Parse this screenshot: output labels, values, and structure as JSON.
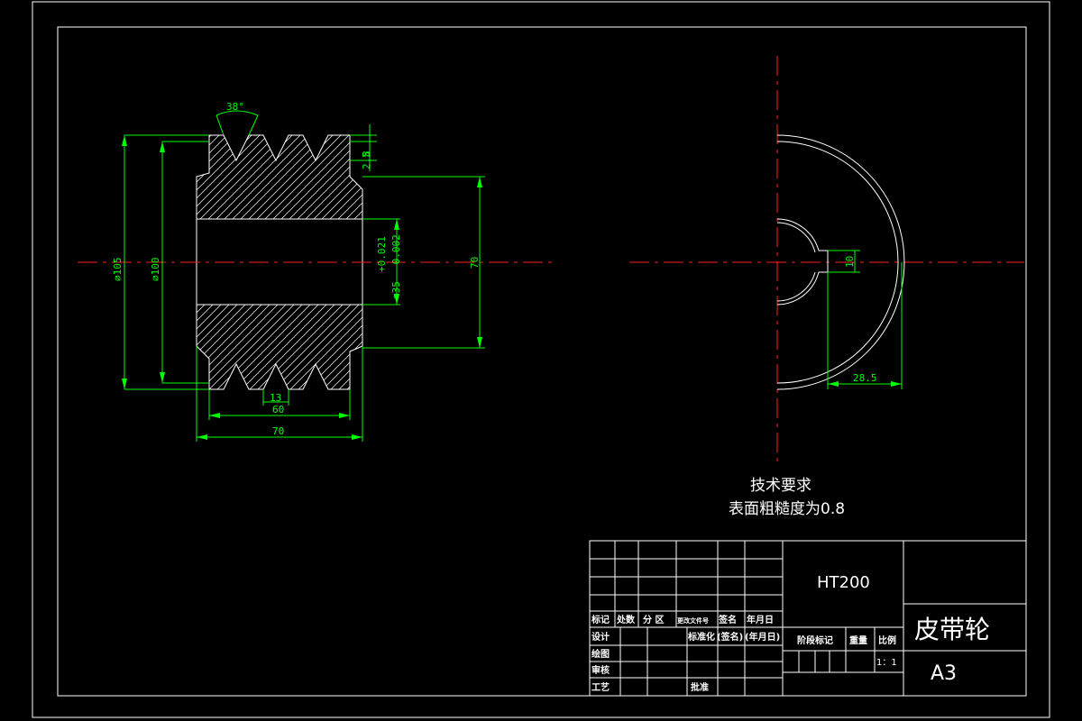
{
  "drawing": {
    "dimensions": {
      "angle": "38°",
      "d105": "⌀105",
      "d100": "⌀100",
      "bore_d": "⌀35",
      "tol_upper": "+0.021",
      "tol_lower": "-0.002",
      "groove_depth_a": "8",
      "groove_depth_b": "2.5",
      "hub_70": "70",
      "pitch_13": "13",
      "groove_span_60": "60",
      "width_70": "70",
      "key_10": "10",
      "key_28_5": "28.5"
    }
  },
  "notes": {
    "title": "技术要求",
    "body": "表面粗糙度为0.8"
  },
  "title_block": {
    "material": "HT200",
    "part_name": "皮带轮",
    "sheet_size": "A3",
    "row_labels": {
      "mark": "标记",
      "count": "处数",
      "zone": "分 区",
      "change_doc": "更改文件号",
      "sign": "签名",
      "date": "年月日",
      "design": "设计",
      "standardize": "标准化",
      "sign2": "(签名)",
      "date2": "(年月日)",
      "draw": "绘图",
      "review": "审核",
      "process": "工艺",
      "approve": "批准"
    },
    "stage_mark": "阶段标记",
    "weight": "重量",
    "scale_label": "比例",
    "scale": "1：1"
  }
}
